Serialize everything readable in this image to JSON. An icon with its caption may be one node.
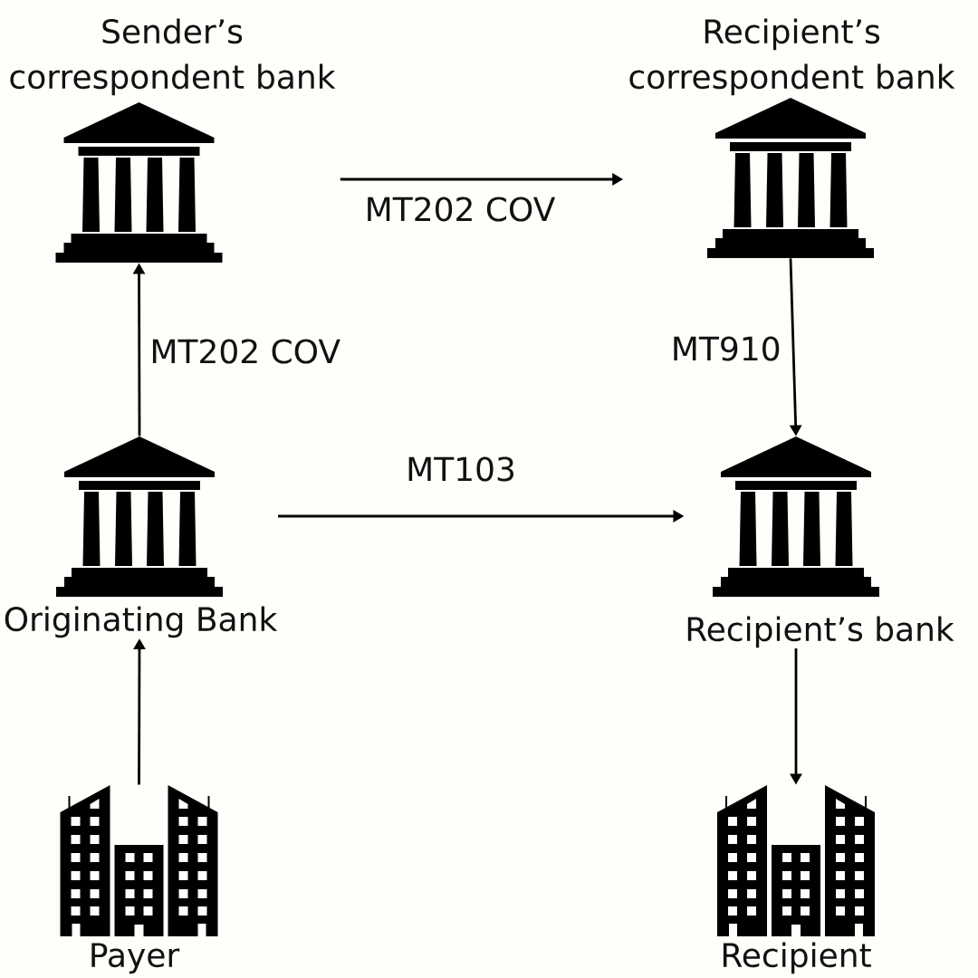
{
  "diagram": {
    "nodes": [
      {
        "text": [
          "Sender’s correspondent bank"
        ]
      },
      {
        "text": [
          "Recipient’s correspondent bank"
        ]
      },
      {
        "text": [
          "Originating Bank"
        ]
      },
      {
        "text": [
          "Recipient’s bank"
        ]
      },
      {
        "text": [
          "Payer"
        ]
      },
      {
        "text": [
          "Recipient"
        ]
      }
    ],
    "edges": [
      {
        "from": 0,
        "to": 1,
        "arrow": "to",
        "label": "MT202 COV"
      },
      {
        "from": 2,
        "to": 0,
        "arrow": "to",
        "label": "MT202 COV"
      },
      {
        "from": 1,
        "to": 3,
        "arrow": "to",
        "label": "MT910"
      },
      {
        "from": 2,
        "to": 3,
        "arrow": "to",
        "label": "MT103"
      },
      {
        "from": 4,
        "to": 2,
        "arrow": "to"
      },
      {
        "from": 3,
        "to": 5,
        "arrow": "to"
      }
    ]
  }
}
